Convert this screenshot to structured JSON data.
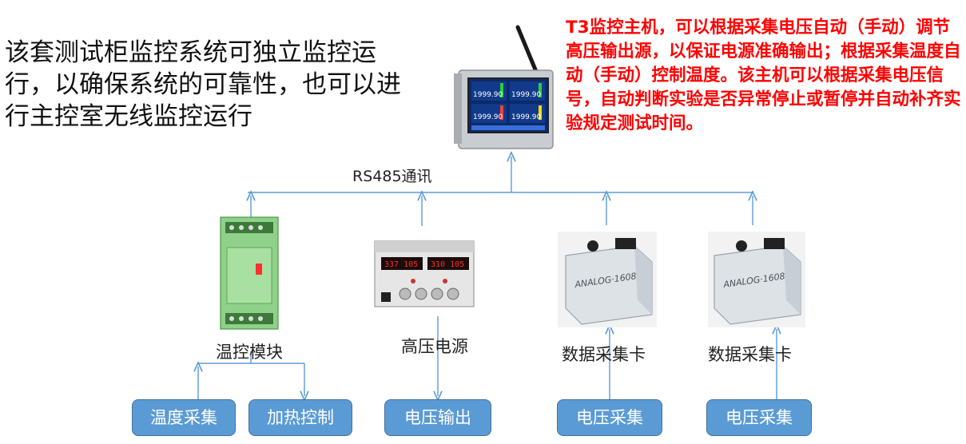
{
  "intro_text": "该套测试柜监控系统可独立监控运行，以确保系统的可靠性，也可以进行主控室无线监控运行",
  "host_note": "T3监控主机，可以根据采集电压自动（手动）调节高压输出源，以保证电源准确输出；根据采集温度自动（手动）控制温度。该主机可以根据采集电压信号，自动判断实验是否异常停止或暂停并自动补齐实验规定测试时间。",
  "bus_label": "RS485通讯",
  "host_screen": {
    "reading_1": "1999.90",
    "reading_2": "1999.90",
    "reading_3": "1999.90",
    "reading_4": "1999.90"
  },
  "devices": {
    "temp_module": "温控模块",
    "hv_power": "高压电源",
    "daq_card_1": "数据采集卡",
    "daq_card_2": "数据采集卡",
    "daq_brand": "ANALOG·1608",
    "psu_display_1": "337 105",
    "psu_display_2": "310 105"
  },
  "boxes": {
    "temp_collect": "温度采集",
    "heat_control": "加热控制",
    "voltage_output": "电压输出",
    "voltage_collect_1": "电压采集",
    "voltage_collect_2": "电压采集"
  },
  "colors": {
    "line": "#5b9bd5",
    "box_fill": "#5b9bd5",
    "note_text": "#ff0000"
  }
}
